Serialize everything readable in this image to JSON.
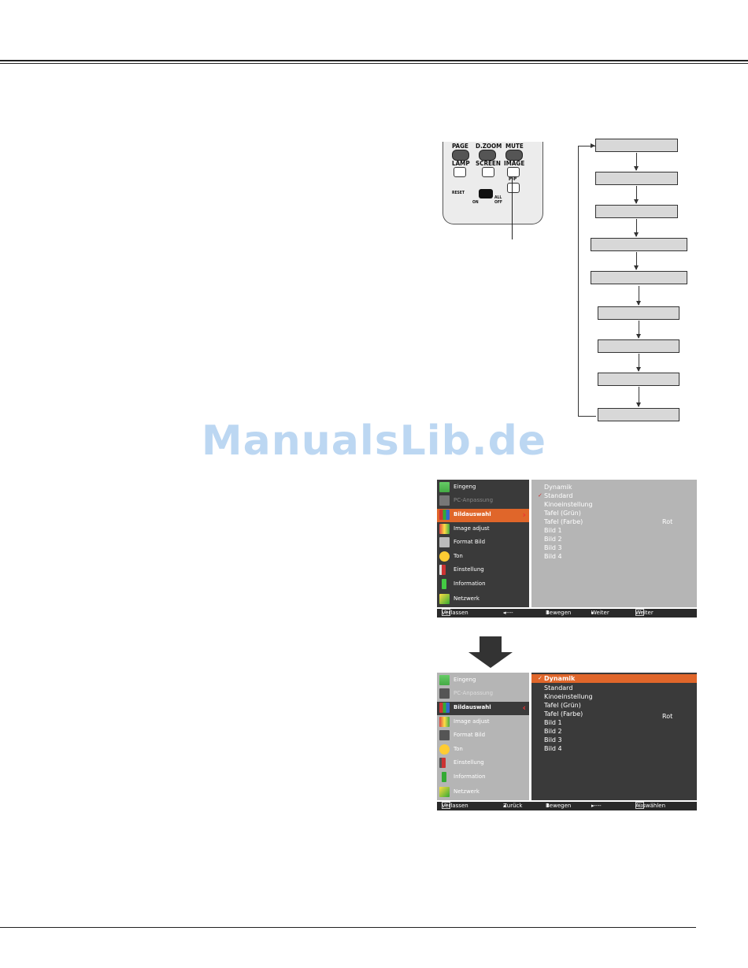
{
  "watermark": "ManualsLib.de",
  "remote": {
    "top_row": [
      "PAGE",
      "D.ZOOM",
      "MUTE"
    ],
    "second_row": [
      "LAMP",
      "SCREEN",
      "IMAGE"
    ],
    "pip_label": "P-P",
    "switch_left": "RESET",
    "switch_on": "ON",
    "switch_off": "ALL OFF"
  },
  "menu_before": {
    "sidebar": [
      {
        "label": "Eingeng",
        "icon": "input-icon"
      },
      {
        "label": "PC-Anpassung",
        "icon": "pc-adjust-icon"
      },
      {
        "label": "Bildauswahl",
        "icon": "image-select-icon"
      },
      {
        "label": "Image adjust",
        "icon": "image-adjust-icon"
      },
      {
        "label": "Format Bild",
        "icon": "screen-format-icon"
      },
      {
        "label": "Ton",
        "icon": "sound-icon"
      },
      {
        "label": "Einstellung",
        "icon": "setting-icon"
      },
      {
        "label": "Information",
        "icon": "information-icon"
      },
      {
        "label": "Netzwerk",
        "icon": "network-icon"
      }
    ],
    "options": [
      "Dynamik",
      "Standard",
      "Kinoeinstellung",
      "Tafel (Grün)",
      "Tafel (Farbe)",
      "Bild 1",
      "Bild 2",
      "Bild 3",
      "Bild 4"
    ],
    "tafel_value": "Rot",
    "footer": {
      "exit": "Verlassen",
      "back": "-----",
      "move": "Bewegen",
      "next": "Weiter",
      "select": "Weiter"
    }
  },
  "menu_after": {
    "sidebar": [
      {
        "label": "Eingeng",
        "icon": "input-icon"
      },
      {
        "label": "PC-Anpassung",
        "icon": "pc-adjust-icon"
      },
      {
        "label": "Bildauswahl",
        "icon": "image-select-icon"
      },
      {
        "label": "Image adjust",
        "icon": "image-adjust-icon"
      },
      {
        "label": "Format Bild",
        "icon": "screen-format-icon"
      },
      {
        "label": "Ton",
        "icon": "sound-icon"
      },
      {
        "label": "Einstellung",
        "icon": "setting-icon"
      },
      {
        "label": "Information",
        "icon": "information-icon"
      },
      {
        "label": "Netzwerk",
        "icon": "network-icon"
      }
    ],
    "options": [
      "Dynamik",
      "Standard",
      "Kinoeinstellung",
      "Tafel (Grün)",
      "Tafel (Farbe)",
      "Bild 1",
      "Bild 2",
      "Bild 3",
      "Bild 4"
    ],
    "tafel_value": "Rot",
    "footer": {
      "exit": "Verlassen",
      "back": "Zurück",
      "move": "Bewegen",
      "next": "-----",
      "select": "Auswählen"
    }
  },
  "colors": {
    "accent": "#e0662a",
    "menu_dark": "#3a3a3a",
    "menu_light": "#b5b5b5",
    "flow_box": "#d8d8d8"
  }
}
